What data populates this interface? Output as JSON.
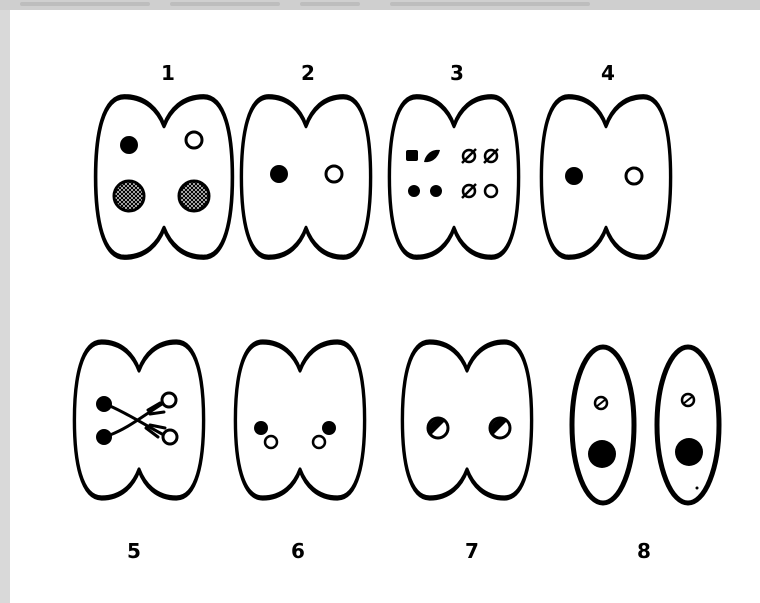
{
  "figure": {
    "stage_labels": [
      "1",
      "2",
      "3",
      "4",
      "5",
      "6",
      "7",
      "8"
    ],
    "colors": {
      "outline": "#000000",
      "background": "#ffffff",
      "page_border": "#d9d9d9"
    },
    "icons": {
      "filled_nucleus": "filled-circle",
      "empty_nucleus": "open-circle",
      "chromatin_nucleus": "crosshatched-circle",
      "dividing_nucleus": "slashed-circle",
      "half_nucleus": "half-filled-circle"
    }
  }
}
